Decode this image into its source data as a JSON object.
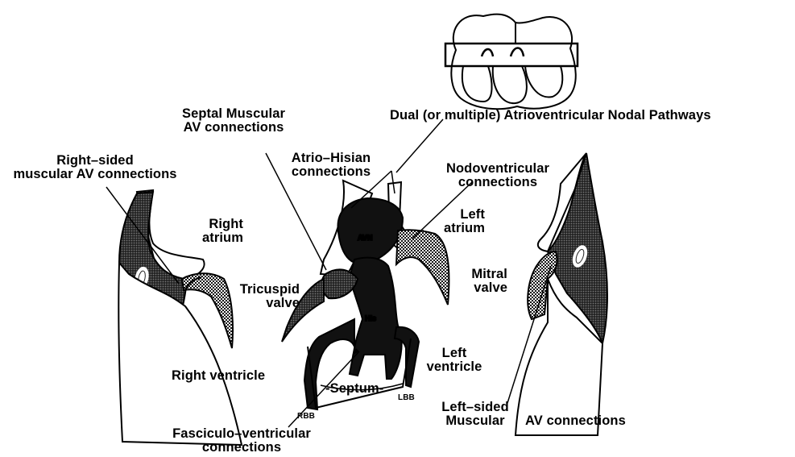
{
  "labels": {
    "dual_pathways": "Dual (or multiple) Atrioventricular Nodal Pathways",
    "septal_muscular": [
      "Septal Muscular",
      "AV connections"
    ],
    "right_sided": [
      "Right–sided",
      "muscular AV connections"
    ],
    "atrio_hisian": [
      "Atrio–Hisian",
      "connections"
    ],
    "nodoventricular": [
      "Nodoventricular",
      "connections"
    ],
    "right_atrium": [
      "Right",
      "atrium"
    ],
    "left_atrium": [
      "Left",
      "atrium"
    ],
    "tricuspid_valve": [
      "Tricuspid",
      "valve"
    ],
    "mitral_valve": [
      "Mitral",
      "valve"
    ],
    "left_ventricle": [
      "Left",
      "ventricle"
    ],
    "right_ventricle": "Right ventricle",
    "septum": "Septum",
    "rbb": "RBB",
    "lbb": "LBB",
    "fasciculo_ventricular": [
      "Fasciculo–ventricular",
      "connections"
    ],
    "left_sided": [
      "Left–sided",
      "Muscular"
    ],
    "left_sided_av": "AV connections"
  },
  "colors": {
    "ink": "#000000",
    "paper": "#ffffff"
  }
}
